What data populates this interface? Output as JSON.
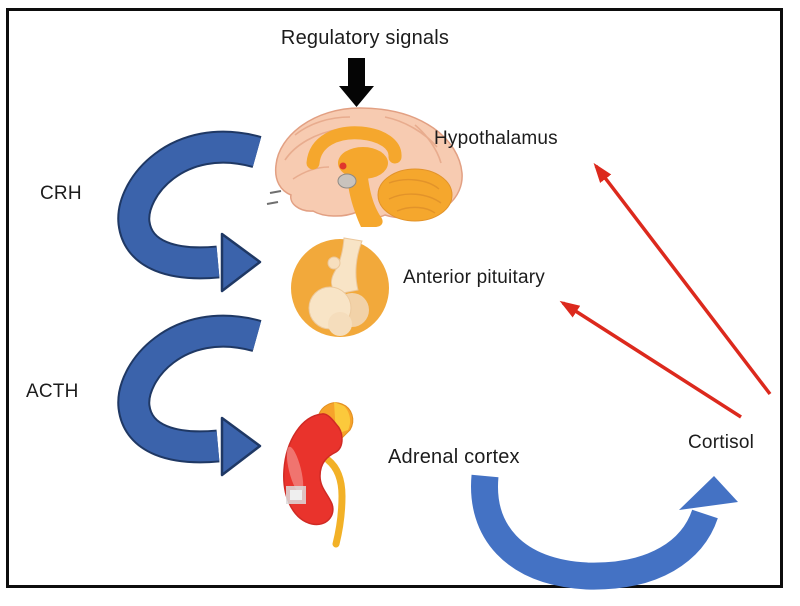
{
  "diagram": {
    "title": "Regulatory signals",
    "nodes": {
      "hypothalamus": {
        "label": "Hypothalamus",
        "icon": "brain-sagittal-illustration"
      },
      "anterior_pituitary": {
        "label": "Anterior pituitary",
        "icon": "pituitary-gland-illustration"
      },
      "adrenal_cortex": {
        "label": "Adrenal cortex",
        "icon": "kidney-with-adrenal-gland-illustration"
      },
      "cortisol": {
        "label": "Cortisol"
      }
    },
    "hormone_labels": {
      "crh": "CRH",
      "acth": "ACTH"
    },
    "edges": [
      {
        "from": "regulatory-signals",
        "to": "hypothalamus",
        "style": "black-block-arrow-down"
      },
      {
        "from": "hypothalamus",
        "to": "anterior-pituitary",
        "hormone": "CRH",
        "style": "blue-c-curved-arrow"
      },
      {
        "from": "anterior-pituitary",
        "to": "adrenal-cortex",
        "hormone": "ACTH",
        "style": "blue-c-curved-arrow"
      },
      {
        "from": "adrenal-cortex",
        "to": "cortisol",
        "style": "blue-u-curved-arrow"
      },
      {
        "from": "cortisol",
        "to": "hypothalamus",
        "style": "red-straight-feedback-arrow"
      },
      {
        "from": "cortisol",
        "to": "anterior-pituitary",
        "style": "red-straight-feedback-arrow"
      }
    ]
  },
  "colors": {
    "arrow_blue": "#3B63AB",
    "arrow_blue_dark": "#1F3864",
    "arrow_blue_light": "#4472C4",
    "feedback_red": "#DC291D",
    "regulatory_black": "#050505",
    "brain_pink": "#F7CBB1",
    "brain_orange": "#F5A72D",
    "pituitary_circle": "#F2A93B",
    "pituitary_gland": "#F8E4C6",
    "kidney_red": "#E9332C",
    "adrenal_orange": "#F6A32B",
    "ureter_yellow": "#F2B127",
    "text": "#1C1C1C",
    "border": "#0D0D0D"
  }
}
